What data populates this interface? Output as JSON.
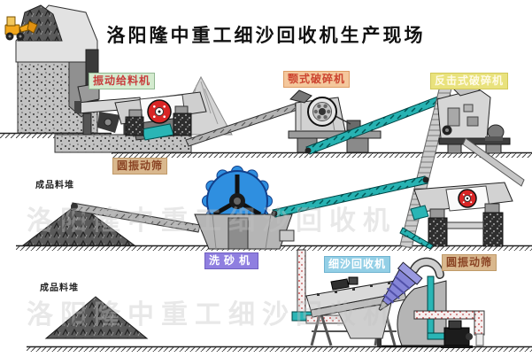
{
  "title": "洛阳隆中重工细沙回收机生产现场",
  "watermark": "洛阳隆中重工细沙回收机",
  "labels": {
    "feeder": "振动给料机",
    "jaw_crusher": "颚式破碎机",
    "impact_crusher": "反击式破碎机",
    "screen1": "圆振动筛",
    "pile1": "成品料堆",
    "washer": "洗砂机",
    "recycler": "细沙回收机",
    "screen2": "圆振动筛",
    "pile2": "成品料堆"
  },
  "colors": {
    "conveyor_teal": "#2ab5b5",
    "wheel_blue": "#2f8fe0",
    "flywheel_red": "#d92525",
    "cyclone_purple": "#8585d8",
    "loader_yellow": "#f2a71c",
    "label_green_bg": "#d4ebcf",
    "label_orange_bg": "#f4c79c",
    "label_yellow_bg": "#e9e27d",
    "label_tan_bg": "#d9b88e",
    "label_purple_bg": "#8f7fe0",
    "label_blue_bg": "#93cfe6"
  }
}
